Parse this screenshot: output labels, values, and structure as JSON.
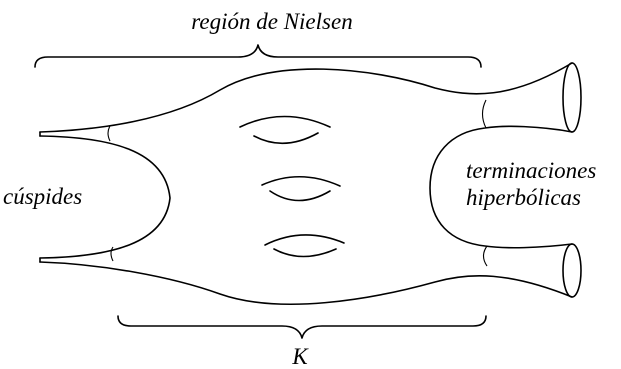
{
  "labels": {
    "top": "región de Nielsen",
    "left": "cúspides",
    "right_line1": "terminaciones",
    "right_line2": "hiperbólicas",
    "bottom": "K"
  }
}
